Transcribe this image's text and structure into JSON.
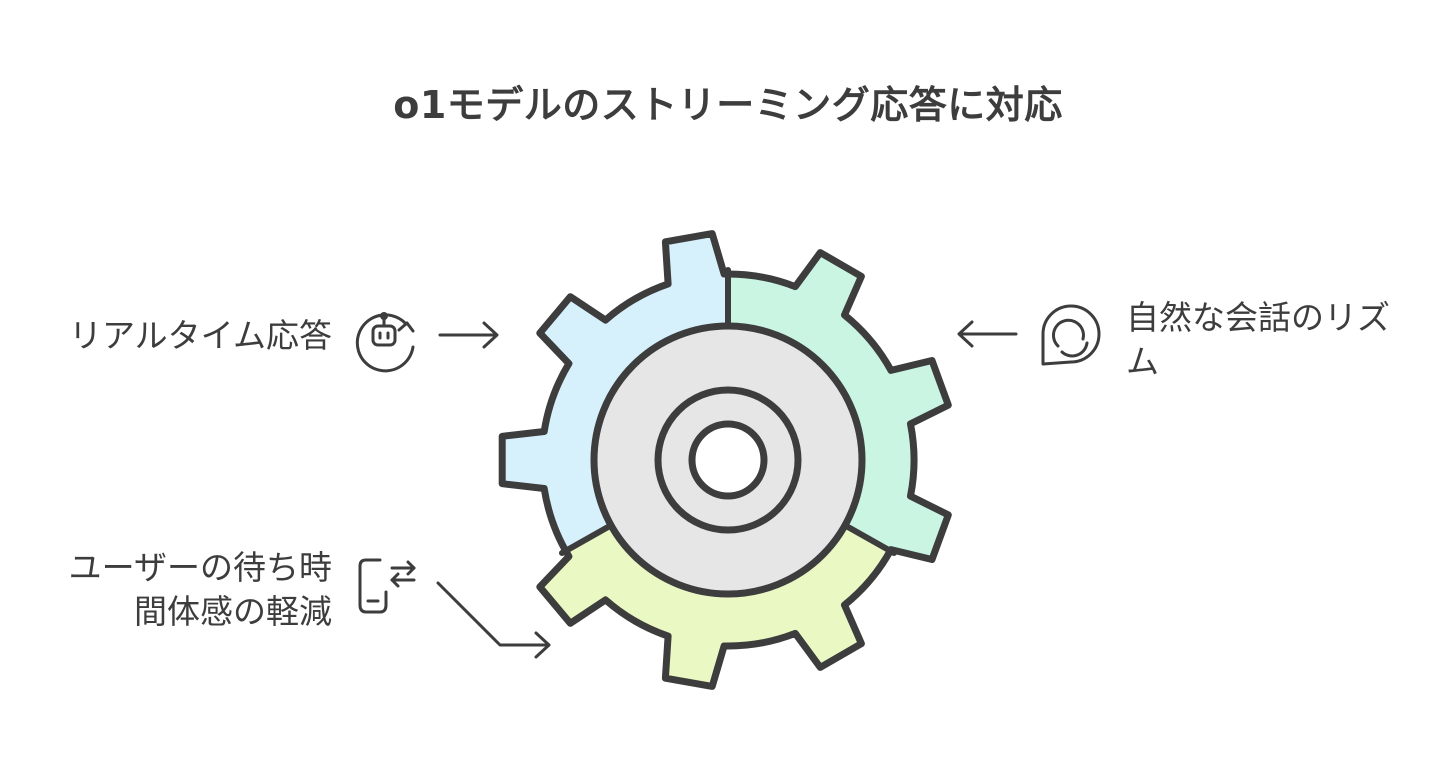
{
  "title": "o1モデルのストリーミング応答に対応",
  "items": [
    {
      "id": "realtime",
      "text": "リアルタイム応答",
      "icon": "robot-icon",
      "color": "#d6f1fb"
    },
    {
      "id": "rhythm",
      "text_line1": "自然な会話のリズ",
      "text_line2": "ム",
      "icon": "chat-bubble-icon",
      "color": "#c9f5e2"
    },
    {
      "id": "wait",
      "text_line1": "ユーザーの待ち時",
      "text_line2": "間体感の軽減",
      "icon": "phone-swap-icon",
      "color": "#eaf9c3"
    }
  ],
  "colors": {
    "stroke": "#3d3d3d",
    "hub": "#e6e6e6"
  }
}
